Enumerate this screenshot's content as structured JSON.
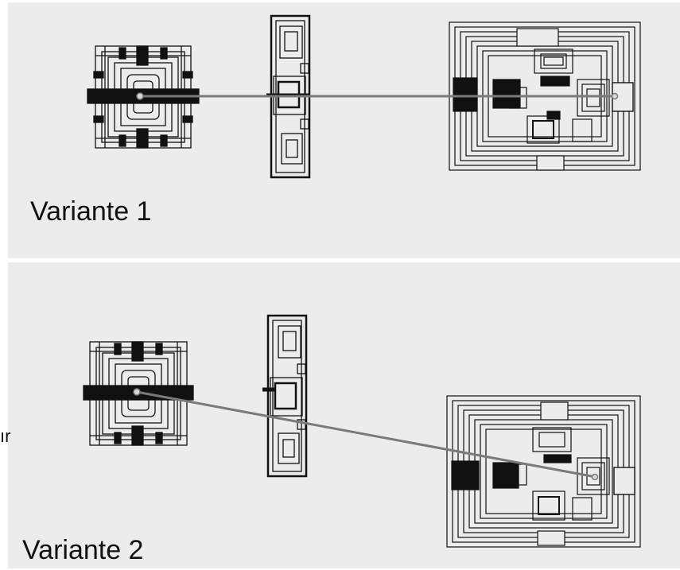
{
  "variants": [
    {
      "label": "Variante 1"
    },
    {
      "label": "Variante 2"
    }
  ],
  "edge_text": "ır",
  "colors": {
    "background": "#ececec",
    "ink": "#111111",
    "connector": "#7a7a7a"
  }
}
